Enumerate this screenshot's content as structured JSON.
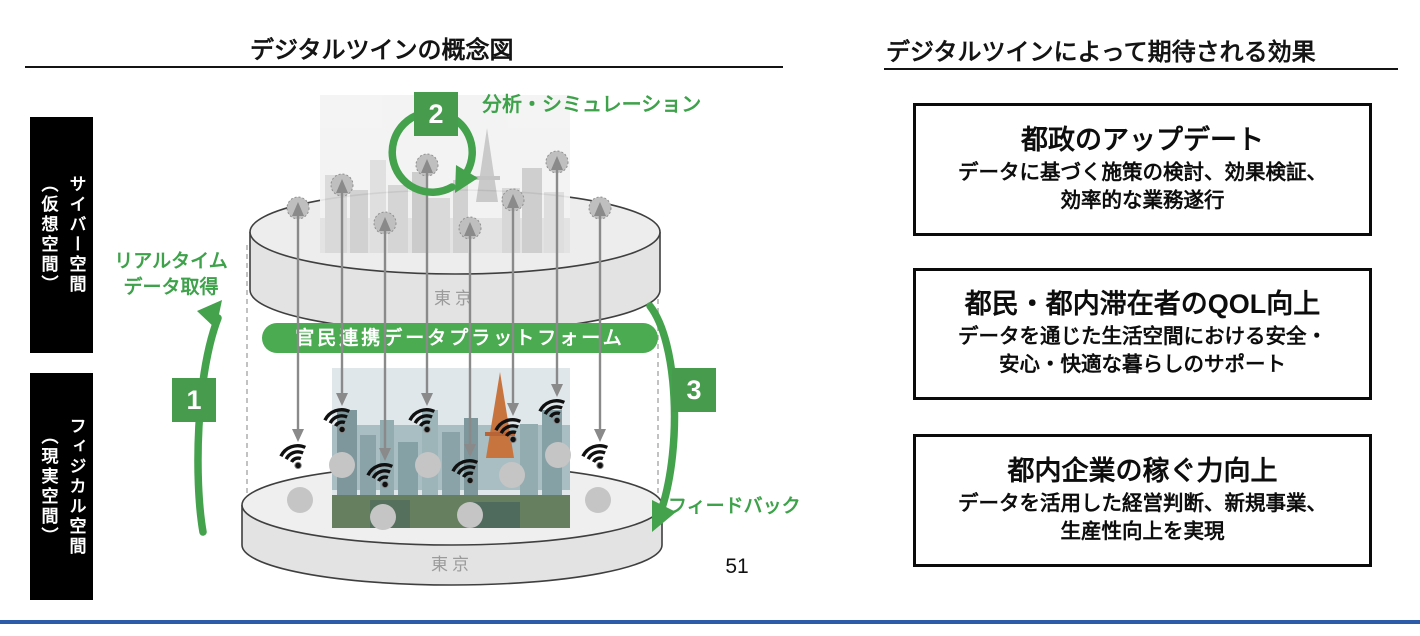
{
  "concept": {
    "title": "デジタルツインの概念図",
    "cyber_space_label": "サイバー空間\n（仮想空間）",
    "physical_space_label": "フィジカル空間\n（現実空間）",
    "platform_label": "官民連携データプラットフォーム",
    "city_label_top": "東京",
    "city_label_bottom": "東京",
    "steps": [
      {
        "number": "1",
        "label": "リアルタイム\nデータ取得"
      },
      {
        "number": "2",
        "label": "分析・シミュレーション"
      },
      {
        "number": "3",
        "label": "フィードバック"
      }
    ]
  },
  "effects": {
    "title": "デジタルツインによって期待される効果",
    "boxes": [
      {
        "title": "都政のアップデート",
        "body": "データに基づく施策の検討、効果検証、\n効率的な業務遂行"
      },
      {
        "title": "都民・都内滞在者のQOL向上",
        "body": "データを通じた生活空間における安全・\n安心・快適な暮らしのサポート"
      },
      {
        "title": "都内企業の稼ぐ力向上",
        "body": "データを活用した経営判断、新規事業、\n生産性向上を実現"
      }
    ]
  },
  "page_number": "51",
  "colors": {
    "accent_green": "#44a24c",
    "banner_green": "#4aab51",
    "footer_blue": "#2e5ba9",
    "arrow_gray": "#8a8a8a",
    "label_black": "#000000"
  },
  "icons": {
    "wifi": "wifi-signal-icon",
    "cycle_arrow": "analysis-cycle-arrow-icon",
    "flow_arrows": "up-down-data-flow-arrow-icons"
  }
}
